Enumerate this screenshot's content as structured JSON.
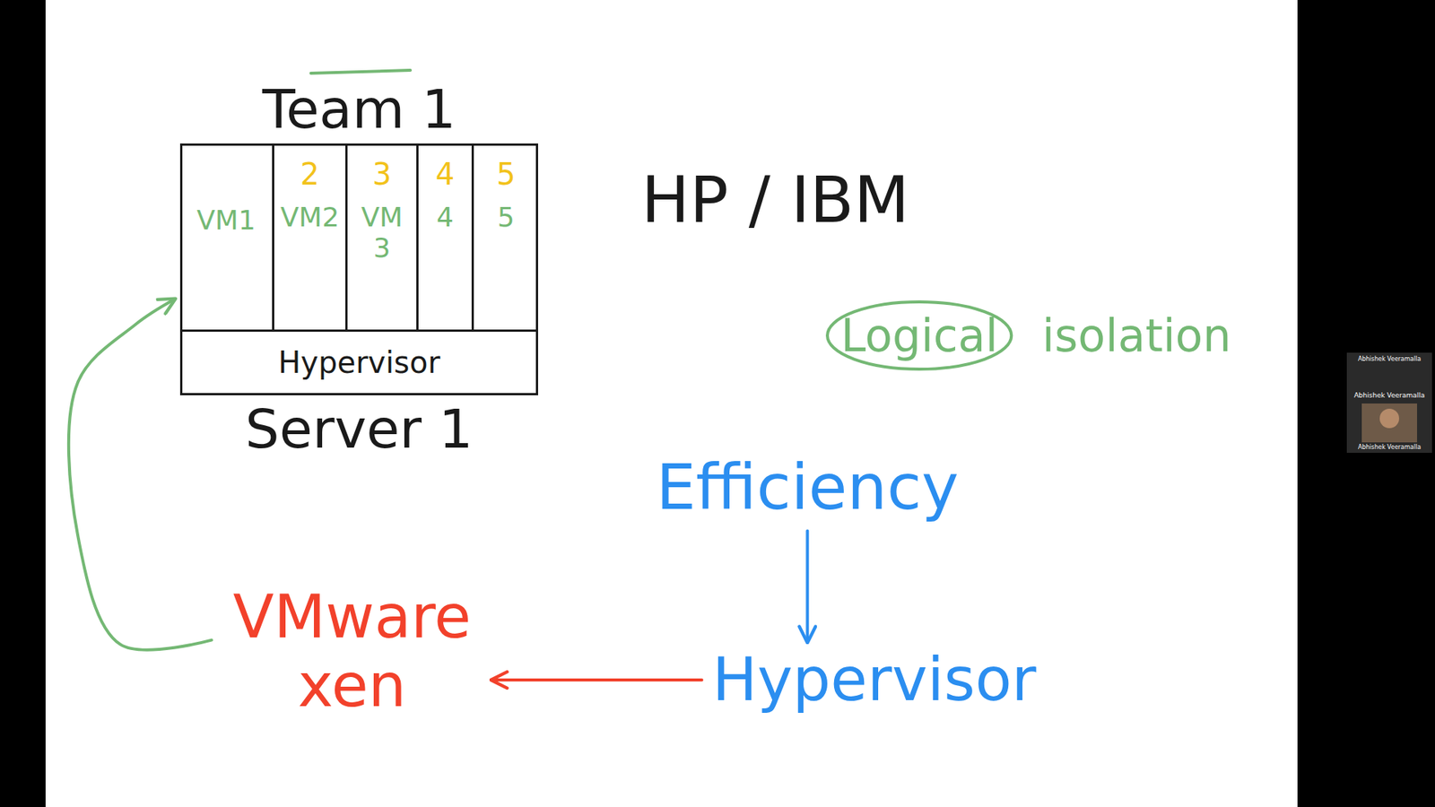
{
  "diagram": {
    "nodes": [
      {
        "text": [
          "Team 1",
          "Server 1"
        ]
      },
      {
        "text": [
          "VM1"
        ],
        "in": 0
      },
      {
        "text": [
          "2",
          "VM2"
        ],
        "in": 0
      },
      {
        "text": [
          "3",
          "VM 3"
        ],
        "in": 0
      },
      {
        "text": [
          "4",
          "4"
        ],
        "in": 0
      },
      {
        "text": [
          "5",
          "5"
        ],
        "in": 0
      },
      {
        "text": [
          "Hypervisor"
        ],
        "in": 0
      },
      {
        "text": [
          "Logical isolation"
        ]
      },
      {
        "text": [
          "Efficiency"
        ]
      },
      {
        "text": [
          "VMware xen"
        ]
      },
      {
        "text": [
          "Hypervisor"
        ]
      }
    ],
    "edges": [
      {
        "from": 8,
        "to": 10,
        "arrow": "to"
      },
      {
        "from": 10,
        "to": 9,
        "arrow": "to"
      },
      {
        "from": 9,
        "to": 0,
        "arrow": "to"
      }
    ],
    "labels": [
      "HP / IBM",
      "Abhishek Veeramalla",
      "Abhishek Veeramalla",
      "Abhishek Veeramalla"
    ]
  }
}
